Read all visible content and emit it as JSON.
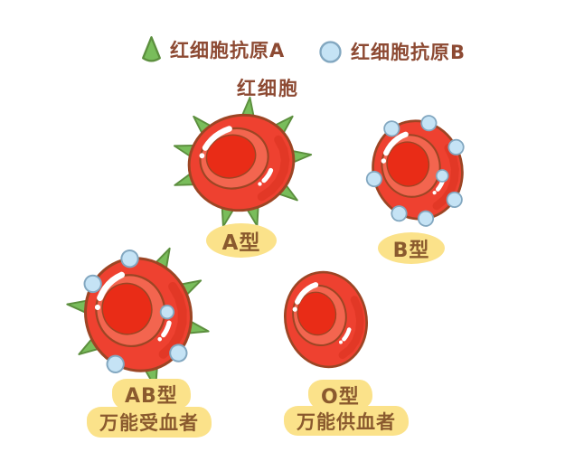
{
  "legend": {
    "antigen_a": {
      "icon": "antigen-a-cone-icon",
      "label": "红细胞抗原A"
    },
    "antigen_b": {
      "icon": "antigen-b-circle-icon",
      "label": "红细胞抗原B"
    }
  },
  "diagram": {
    "red_cell_label": "红细胞",
    "cells": [
      {
        "type": "A",
        "badge": "A型",
        "antigens": [
          "A"
        ]
      },
      {
        "type": "B",
        "badge": "B型",
        "antigens": [
          "B"
        ]
      },
      {
        "type": "AB",
        "badge": "AB型",
        "subtitle": "万能受血者",
        "antigens": [
          "A",
          "B"
        ]
      },
      {
        "type": "O",
        "badge": "O型",
        "subtitle": "万能供血者",
        "antigens": []
      }
    ]
  },
  "colors": {
    "background": "#ffffff",
    "cell_body_red": "#ee4130",
    "cell_shade_red": "#da3220",
    "cell_rim_light": "#f3654f",
    "cell_center_red": "#e92c17",
    "cell_outline": "#9c4524",
    "antigen_a_green": "#79bd5b",
    "antigen_a_outline": "#5c8f3e",
    "antigen_b_blue": "#c5e3f5",
    "antigen_b_outline": "#82a7c0",
    "badge_yellow": "#fbe28a",
    "text_brown": "#8d4a33",
    "highlight_white": "#ffffff"
  }
}
